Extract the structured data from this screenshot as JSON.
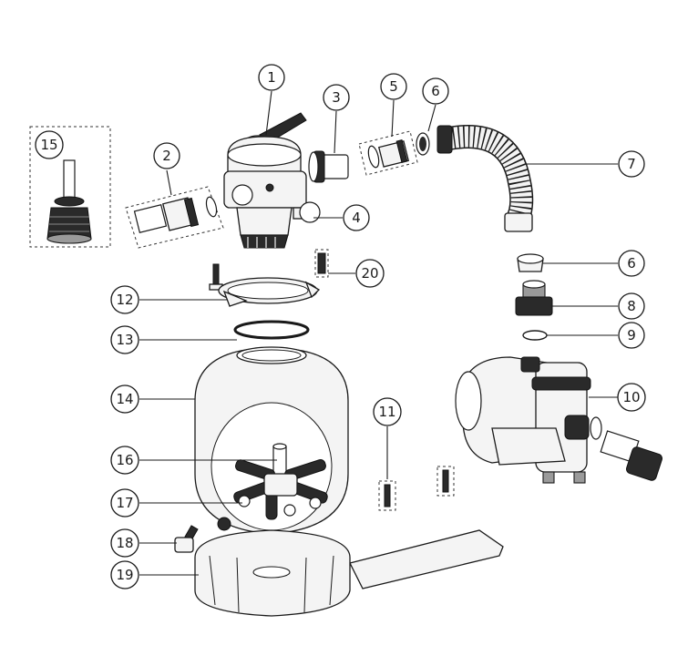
{
  "callouts": [
    {
      "id": "1",
      "label": "1"
    },
    {
      "id": "2",
      "label": "2"
    },
    {
      "id": "3",
      "label": "3"
    },
    {
      "id": "4",
      "label": "4"
    },
    {
      "id": "5",
      "label": "5"
    },
    {
      "id": "6a",
      "label": "6"
    },
    {
      "id": "7",
      "label": "7"
    },
    {
      "id": "6b",
      "label": "6"
    },
    {
      "id": "8",
      "label": "8"
    },
    {
      "id": "9",
      "label": "9"
    },
    {
      "id": "10",
      "label": "10"
    },
    {
      "id": "11",
      "label": "11"
    },
    {
      "id": "12",
      "label": "12"
    },
    {
      "id": "13",
      "label": "13"
    },
    {
      "id": "14",
      "label": "14"
    },
    {
      "id": "15",
      "label": "15"
    },
    {
      "id": "16",
      "label": "16"
    },
    {
      "id": "17",
      "label": "17"
    },
    {
      "id": "18",
      "label": "18"
    },
    {
      "id": "19",
      "label": "19"
    },
    {
      "id": "20",
      "label": "20"
    }
  ],
  "colors": {
    "line": "#1a1a1a",
    "background": "#ffffff",
    "fill": "#f4f4f4",
    "dark": "#2a2a2a"
  }
}
